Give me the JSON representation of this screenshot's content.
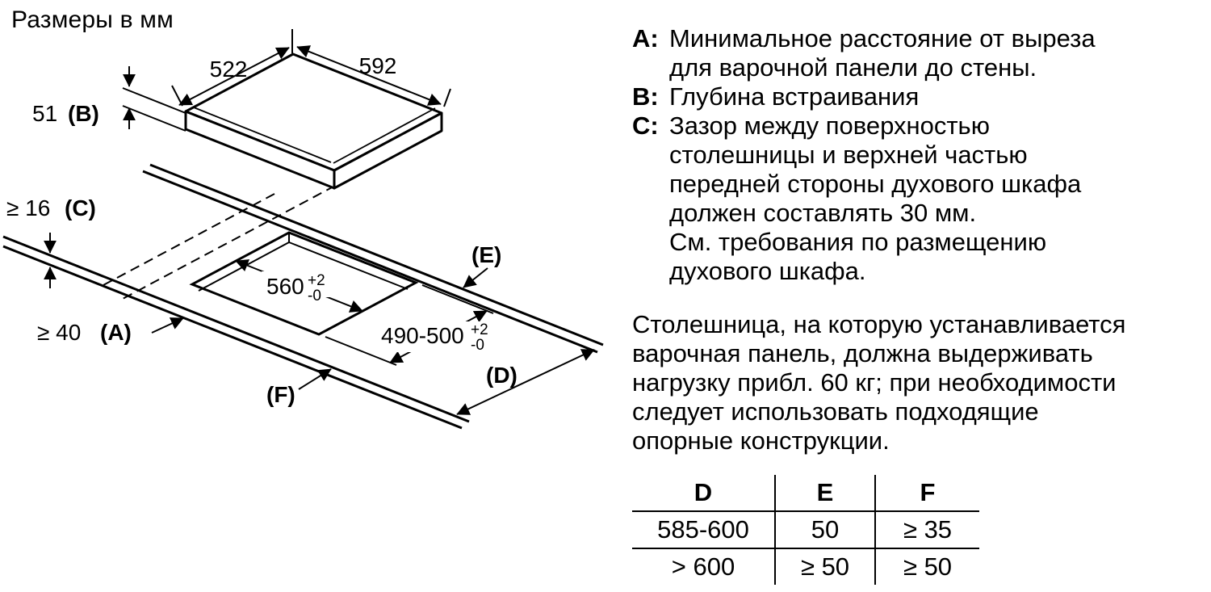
{
  "page": {
    "title": "Размеры в мм"
  },
  "diagram": {
    "panel_width_left": "522",
    "panel_width_right": "592",
    "build_depth_value": "51",
    "build_depth_key": "(B)",
    "clearance_c_value": "≥ 16",
    "clearance_c_key": "(C)",
    "clearance_a_value": "≥ 40",
    "clearance_a_key": "(A)",
    "cutout_width_value": "560",
    "cutout_width_tol_plus": "+2",
    "cutout_width_tol_minus": "-0",
    "cutout_depth_value": "490-500",
    "cutout_depth_tol_plus": "+2",
    "cutout_depth_tol_minus": "-0",
    "label_e": "(E)",
    "label_d": "(D)",
    "label_f": "(F)"
  },
  "legend": {
    "items": [
      {
        "key": "A:",
        "lines": [
          "Минимальное расстояние от выреза",
          "для варочной панели до стены."
        ]
      },
      {
        "key": "B:",
        "lines": [
          "Глубина встраивания"
        ]
      },
      {
        "key": "C:",
        "lines": [
          "Зазор между поверхностью",
          "столешницы и верхней частью",
          "передней стороны духового шкафа",
          "должен составлять 30 мм.",
          "См. требования по размещению",
          "духового шкафа."
        ]
      }
    ]
  },
  "note_lines": [
    "Столешница, на которую устанавливается",
    "варочная панель, должна выдерживать",
    "нагрузку прибл. 60 кг; при необходимости",
    "следует использовать подходящие",
    "опорные конструкции."
  ],
  "table": {
    "headers": [
      "D",
      "E",
      "F"
    ],
    "rows": [
      [
        "585-600",
        "50",
        "≥ 35"
      ],
      [
        "> 600",
        "≥ 50",
        "≥ 50"
      ]
    ]
  }
}
